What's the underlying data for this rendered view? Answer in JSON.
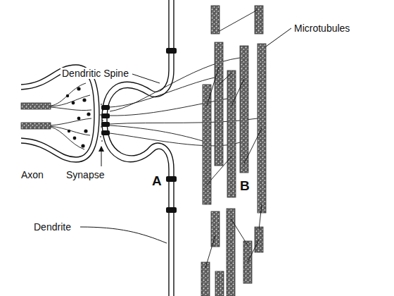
{
  "diagram": {
    "labels": [
      "Dendritic Spine",
      "Microtubules",
      "Axon",
      "Synapse",
      "A",
      "B",
      "Dendrite"
    ]
  }
}
